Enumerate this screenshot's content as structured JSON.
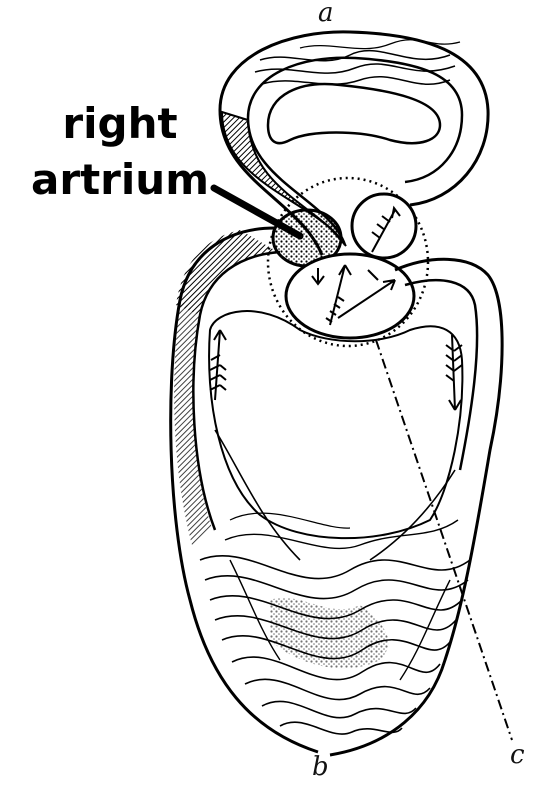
{
  "callout": {
    "line1": "right",
    "line2": "artrium"
  },
  "letters": {
    "a": "a",
    "b": "b",
    "c": "c"
  },
  "colors": {
    "ink": "#000000",
    "paper": "#ffffff"
  }
}
